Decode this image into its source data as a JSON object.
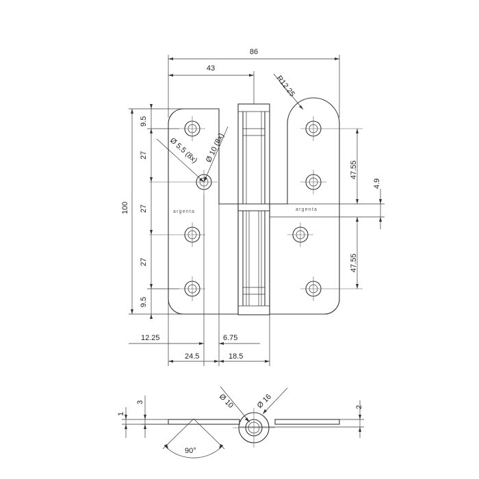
{
  "top_view": {
    "dimensions": {
      "overall_width": "86",
      "pin_offset": "43",
      "corner_radius": "R12.25",
      "hole_small": "Ø 5.5 (8x)",
      "hole_large": "Ø 10 (8x)",
      "height": "100",
      "left_pitch_top": "9.5",
      "left_pitch_1": "27",
      "left_pitch_2": "27",
      "left_pitch_3": "27",
      "left_pitch_bottom": "9.5",
      "right_pitch_top": "47.55",
      "right_offset": "4.9",
      "right_pitch_bottom": "47.55",
      "edge_to_hole": "12.25",
      "hole_to_leaf": "6.75",
      "leaf_width": "24.5",
      "knuckle_width": "18.5"
    },
    "brand_left": "argenta",
    "brand_right": "argenta"
  },
  "side_view": {
    "dim_thickness_1": "1",
    "dim_thickness_3": "3",
    "dim_thickness_2": "2",
    "dim_pin": "Ø 10",
    "dim_barrel": "Ø 16",
    "angle": "90°"
  }
}
